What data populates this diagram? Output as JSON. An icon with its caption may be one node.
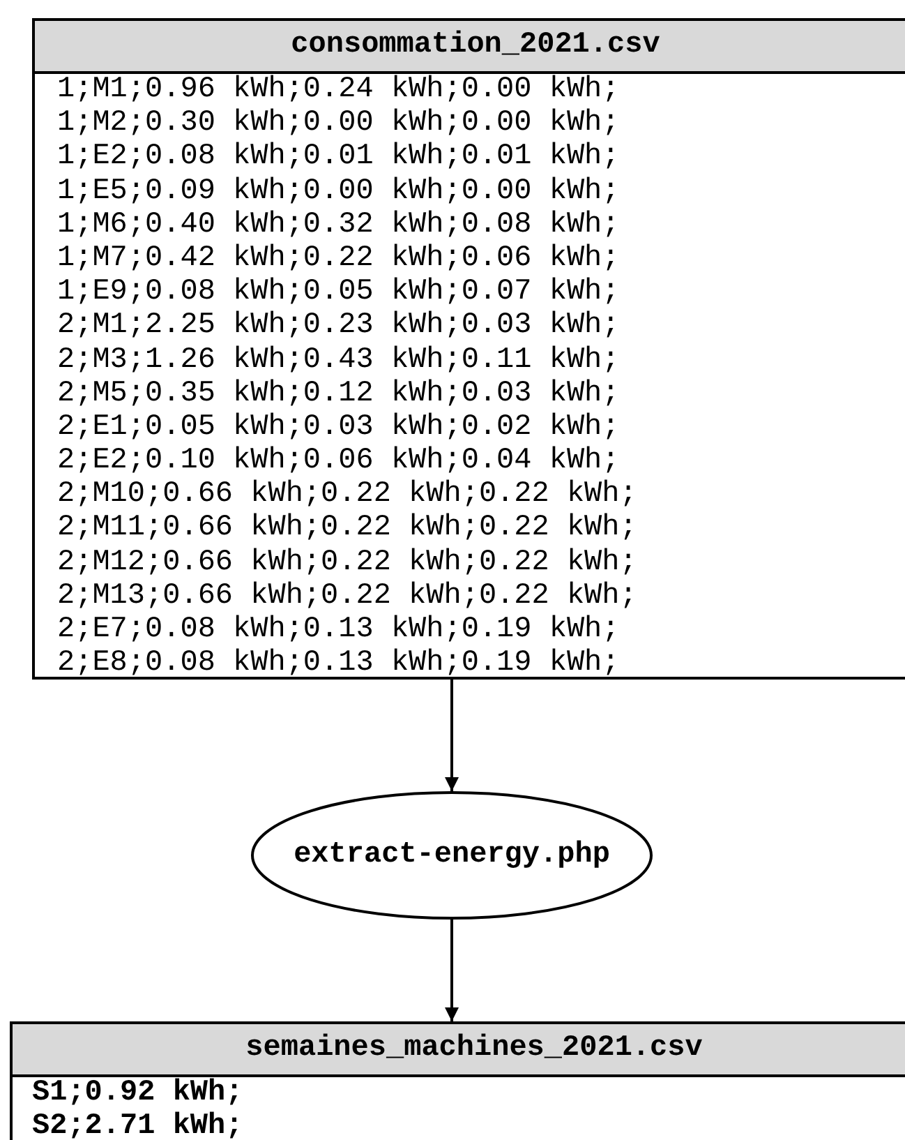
{
  "diagram": {
    "nodes": [
      {
        "text": [
          "consommation_2021.csv",
          "1;M1;0.96 kWh;0.24 kWh;0.00 kWh;",
          "1;M2;0.30 kWh;0.00 kWh;0.00 kWh;",
          "1;E2;0.08 kWh;0.01 kWh;0.01 kWh;",
          "1;E5;0.09 kWh;0.00 kWh;0.00 kWh;",
          "1;M6;0.40 kWh;0.32 kWh;0.08 kWh;",
          "1;M7;0.42 kWh;0.22 kWh;0.06 kWh;",
          "1;E9;0.08 kWh;0.05 kWh;0.07 kWh;",
          "2;M1;2.25 kWh;0.23 kWh;0.03 kWh;",
          "2;M3;1.26 kWh;0.43 kWh;0.11 kWh;",
          "2;M5;0.35 kWh;0.12 kWh;0.03 kWh;",
          "2;E1;0.05 kWh;0.03 kWh;0.02 kWh;",
          "2;E2;0.10 kWh;0.06 kWh;0.04 kWh;",
          "2;M10;0.66 kWh;0.22 kWh;0.22 kWh;",
          "2;M11;0.66 kWh;0.22 kWh;0.22 kWh;",
          "2;M12;0.66 kWh;0.22 kWh;0.22 kWh;",
          "2;M13;0.66 kWh;0.22 kWh;0.22 kWh;",
          "2;E7;0.08 kWh;0.13 kWh;0.19 kWh;",
          "2;E8;0.08 kWh;0.13 kWh;0.19 kWh;"
        ]
      },
      {
        "text": [
          "extract-energy.php"
        ]
      },
      {
        "text": [
          "semaines_machines_2021.csv",
          "S1;0.92 kWh;",
          "S2;2.71 kWh;"
        ]
      }
    ],
    "edges": [
      {
        "from": 0,
        "to": 1,
        "arrow": "to"
      },
      {
        "from": 1,
        "to": 2,
        "arrow": "to"
      }
    ]
  }
}
